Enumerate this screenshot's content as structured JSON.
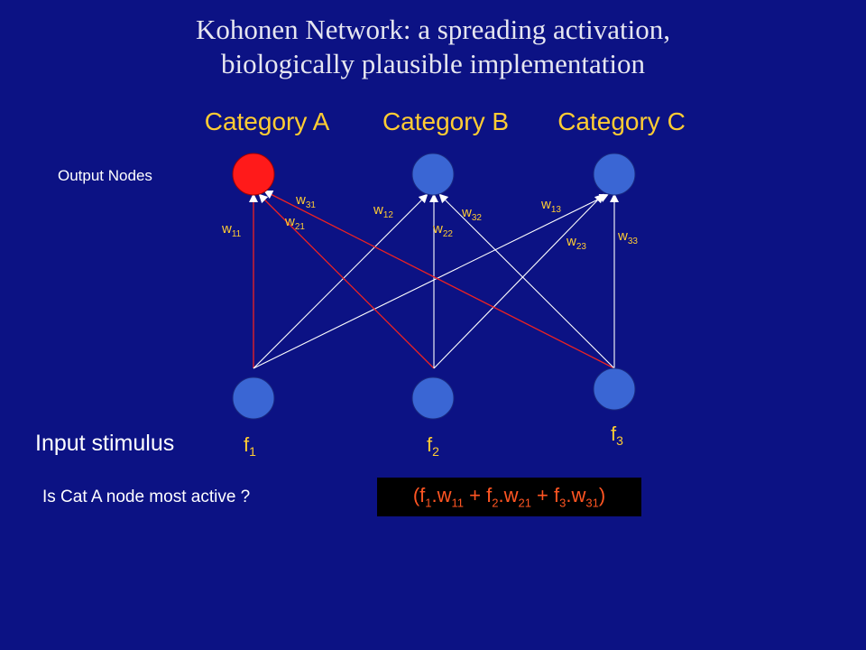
{
  "title": {
    "line1": "Kohonen Network: a spreading activation,",
    "line2": "biologically plausible implementation"
  },
  "categories": [
    "Category A",
    "Category B",
    "Category C"
  ],
  "output_nodes_label": "Output Nodes",
  "input_stimulus_label": "Input stimulus",
  "question": "Is Cat A node most active ?",
  "inputs": [
    {
      "base": "f",
      "sub": "1"
    },
    {
      "base": "f",
      "sub": "2"
    },
    {
      "base": "f",
      "sub": "3"
    }
  ],
  "weights": [
    {
      "base": "w",
      "sub": "11"
    },
    {
      "base": "w",
      "sub": "21"
    },
    {
      "base": "w",
      "sub": "31"
    },
    {
      "base": "w",
      "sub": "12"
    },
    {
      "base": "w",
      "sub": "22"
    },
    {
      "base": "w",
      "sub": "32"
    },
    {
      "base": "w",
      "sub": "13"
    },
    {
      "base": "w",
      "sub": "23"
    },
    {
      "base": "w",
      "sub": "33"
    }
  ],
  "formula": {
    "open": "(",
    "terms": [
      {
        "f": "f",
        "fsub": "1",
        "dot": ".",
        "w": "w",
        "wsub": "11"
      },
      {
        "f": "f",
        "fsub": "2",
        "dot": ".",
        "w": "w",
        "wsub": "21"
      },
      {
        "f": "f",
        "fsub": "3",
        "dot": ".",
        "w": "w",
        "wsub": "31"
      }
    ],
    "plus": " + ",
    "close": ")"
  },
  "colors": {
    "background": "#0c1284",
    "active_node": "#ff1a1a",
    "node": "#3a66d4",
    "active_connection": "#ee2222",
    "connection": "#ffffff",
    "label": "#ffcc33",
    "formula_text": "#ff5522",
    "formula_bg": "#000000"
  }
}
